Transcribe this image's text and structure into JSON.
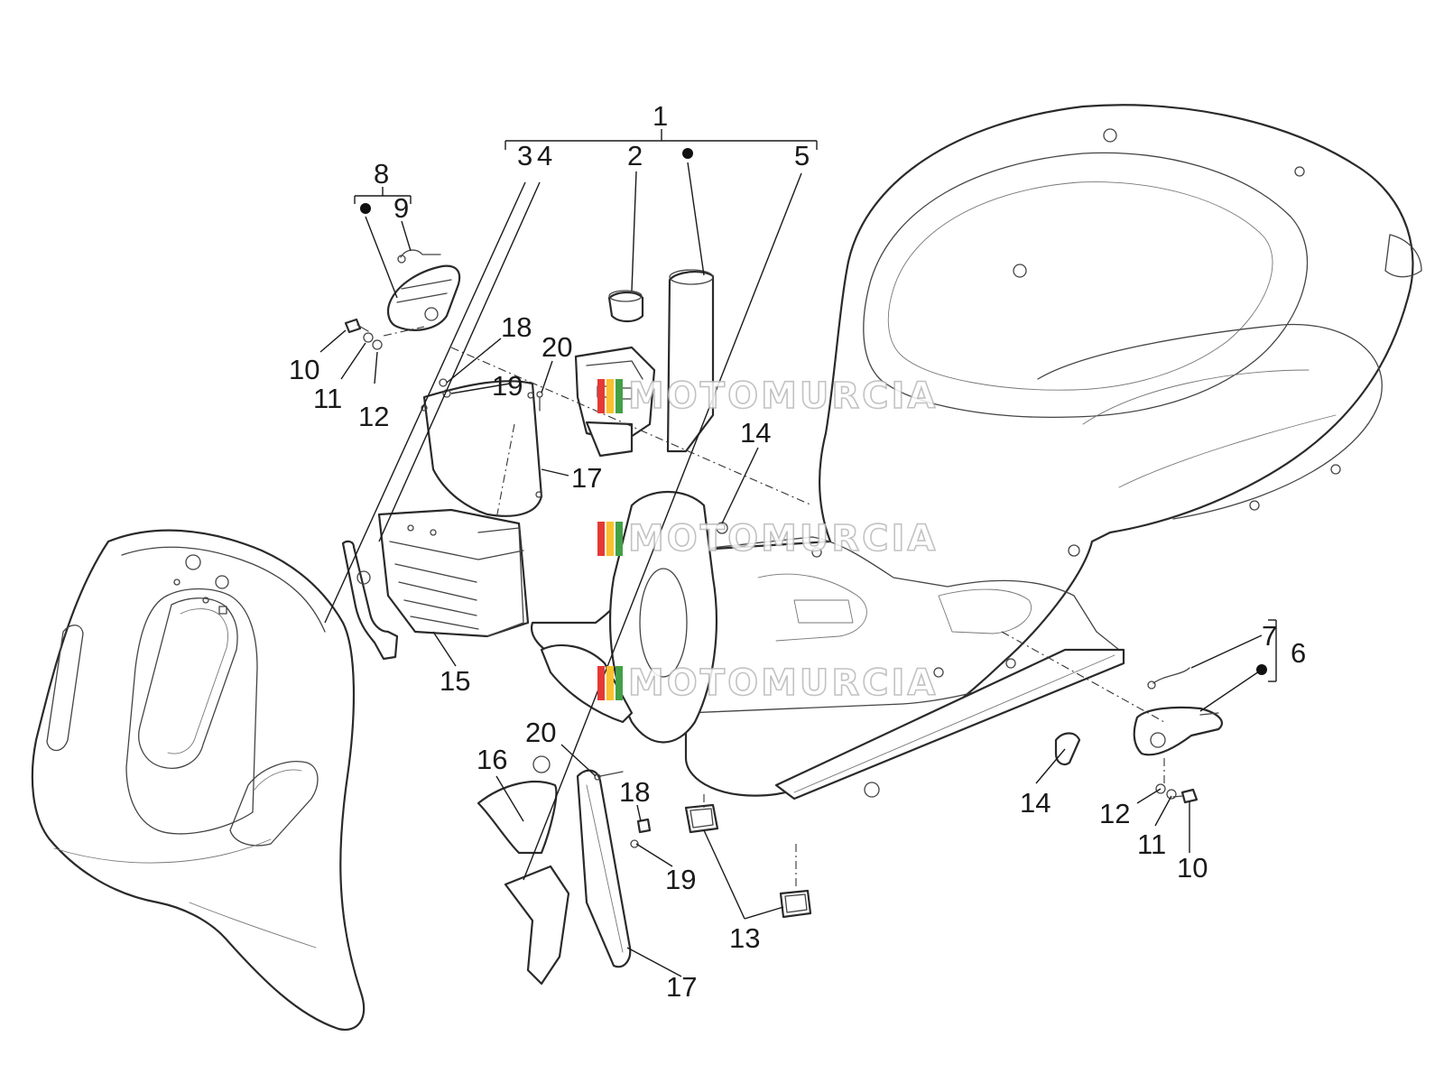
{
  "callouts": [
    {
      "id": "1",
      "text": "1"
    },
    {
      "id": "2",
      "text": "2"
    },
    {
      "id": "3",
      "text": "3"
    },
    {
      "id": "4",
      "text": "4"
    },
    {
      "id": "5",
      "text": "5"
    },
    {
      "id": "6",
      "text": "6"
    },
    {
      "id": "7",
      "text": "7"
    },
    {
      "id": "8",
      "text": "8"
    },
    {
      "id": "9",
      "text": "9"
    },
    {
      "id": "10a",
      "text": "10"
    },
    {
      "id": "10b",
      "text": "10"
    },
    {
      "id": "11a",
      "text": "11"
    },
    {
      "id": "11b",
      "text": "11"
    },
    {
      "id": "12a",
      "text": "12"
    },
    {
      "id": "12b",
      "text": "12"
    },
    {
      "id": "13",
      "text": "13"
    },
    {
      "id": "14a",
      "text": "14"
    },
    {
      "id": "14b",
      "text": "14"
    },
    {
      "id": "15",
      "text": "15"
    },
    {
      "id": "16",
      "text": "16"
    },
    {
      "id": "17a",
      "text": "17"
    },
    {
      "id": "17b",
      "text": "17"
    },
    {
      "id": "18a",
      "text": "18"
    },
    {
      "id": "18b",
      "text": "18"
    },
    {
      "id": "19a",
      "text": "19"
    },
    {
      "id": "19b",
      "text": "19"
    },
    {
      "id": "20a",
      "text": "20"
    },
    {
      "id": "20b",
      "text": "20"
    }
  ],
  "watermark": {
    "text": "MOTOMURCIA",
    "stripe_colors": [
      "#e53935",
      "#fbc02d",
      "#43a047"
    ]
  },
  "colors": {
    "line": "#2a2a2a",
    "text": "#1a1a1a",
    "background": "#ffffff"
  }
}
